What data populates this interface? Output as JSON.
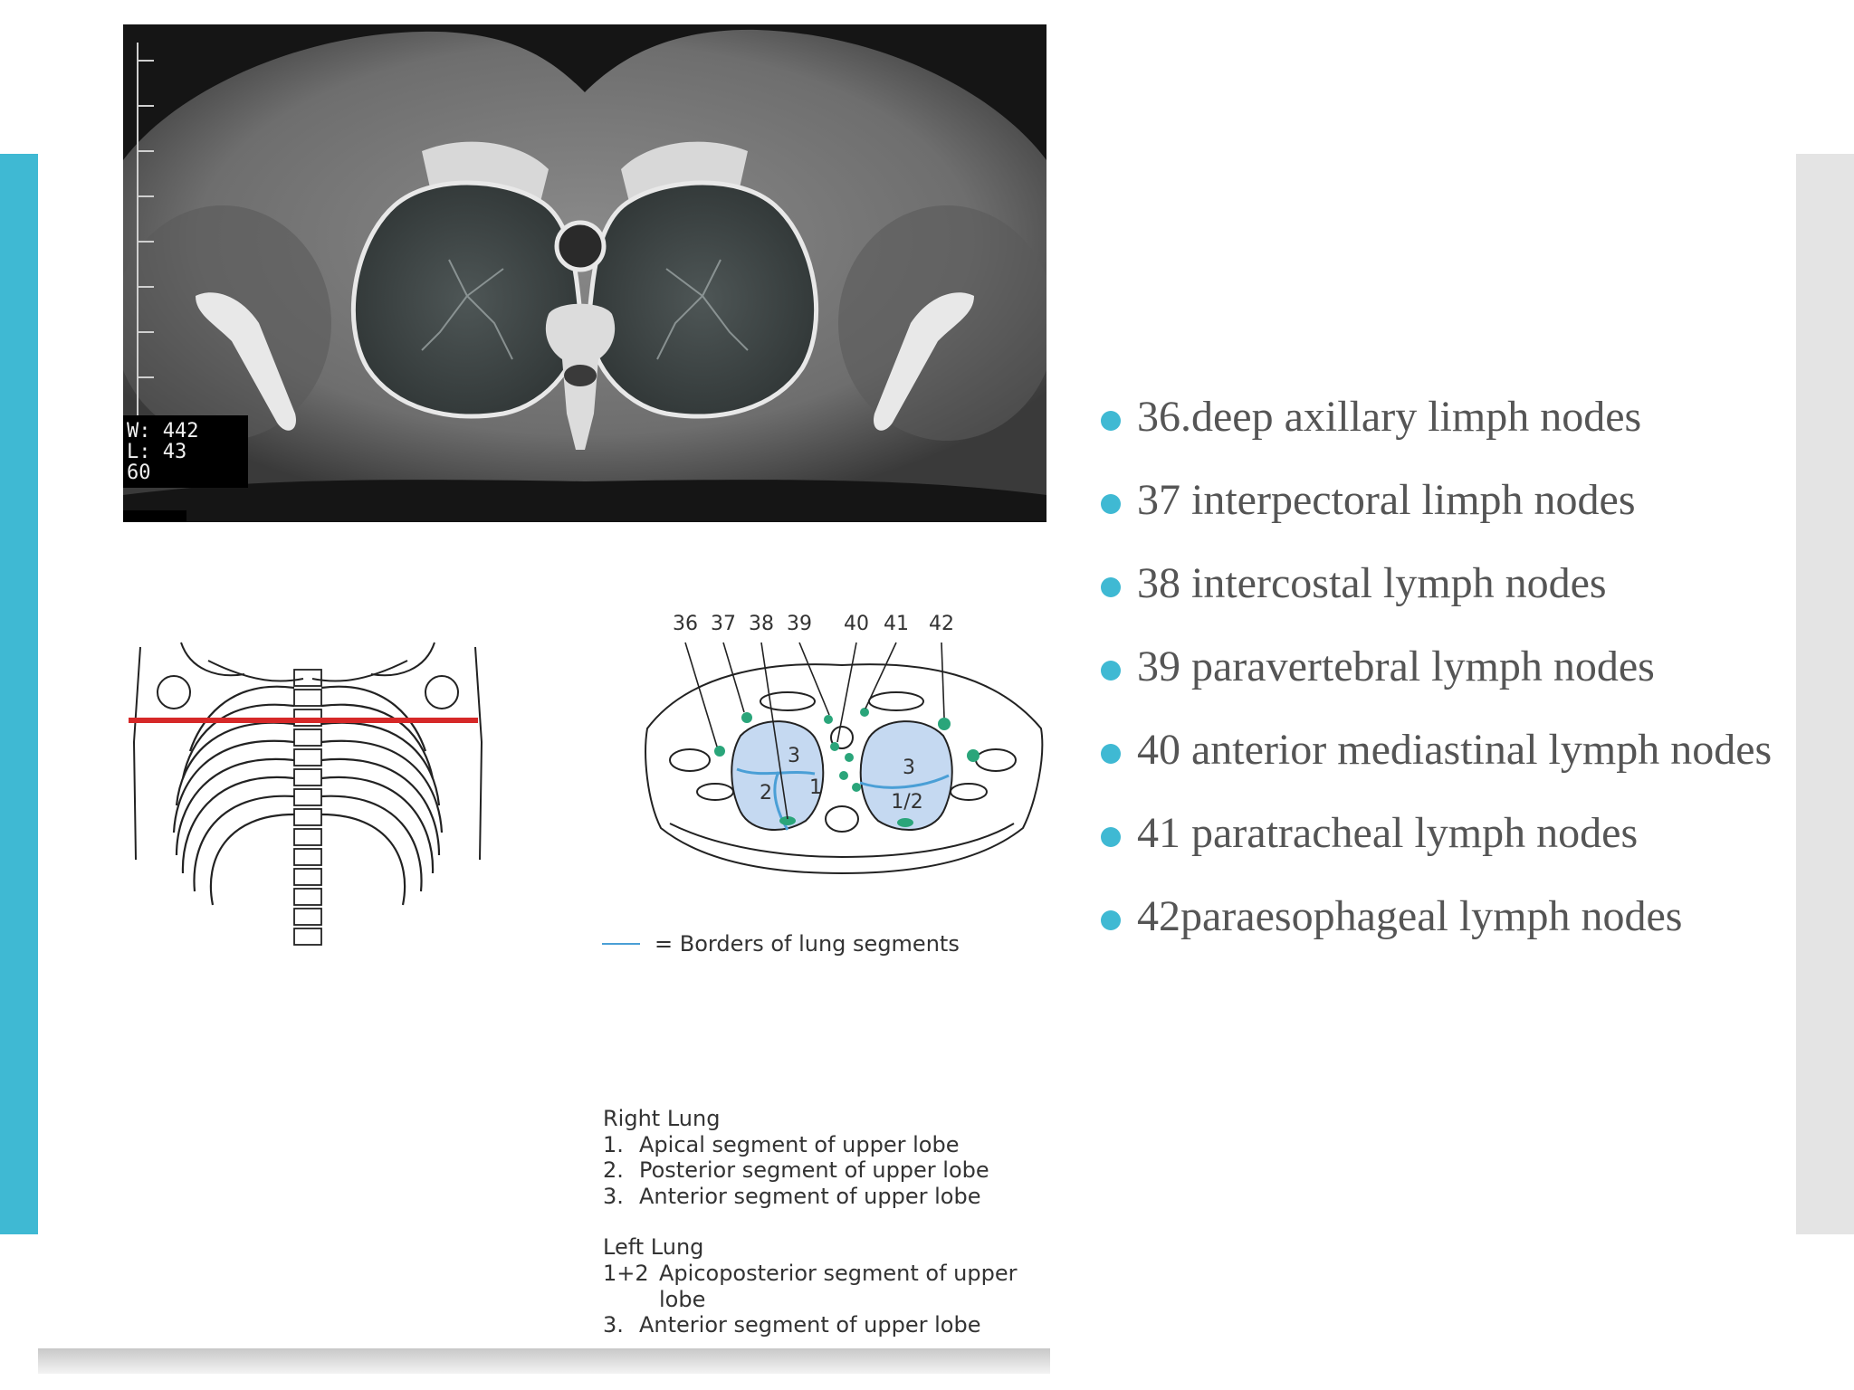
{
  "colors": {
    "accent": "#3fb9d3",
    "side_panel": "#e4e4e4",
    "section_line": "#d62828",
    "lung_fill": "#c5d9f1",
    "segment_border": "#4a9fd6",
    "node": "#2aa57a"
  },
  "ct_scan": {
    "window_w": "W: 442",
    "window_l": "L: 43",
    "slice": "60"
  },
  "cross_section": {
    "node_labels": [
      "36",
      "37",
      "38",
      "39",
      "40",
      "41",
      "42"
    ],
    "right_lung_segments": [
      "3",
      "2",
      "1"
    ],
    "left_lung_segments": [
      "3",
      "1/2"
    ]
  },
  "legend": {
    "text": "= Borders of lung segments"
  },
  "segment_notes": {
    "right_heading": "Right Lung",
    "right_items": [
      {
        "num": "1.",
        "text": "Apical segment of upper lobe"
      },
      {
        "num": "2.",
        "text": "Posterior segment of upper lobe"
      },
      {
        "num": "3.",
        "text": "Anterior segment of upper lobe"
      }
    ],
    "left_heading": "Left Lung",
    "left_items": [
      {
        "num": "1+2",
        "text": "Apicoposterior segment of upper lobe"
      },
      {
        "num": "3.",
        "text": "Anterior segment of upper lobe"
      }
    ]
  },
  "lymph_nodes": [
    "36.deep axillary limph nodes",
    "37 interpectoral limph nodes",
    "38 intercostal lymph nodes",
    "39 paravertebral lymph nodes",
    "40 anterior mediastinal lymph nodes",
    "41 paratracheal lymph nodes",
    "42paraesophageal lymph nodes"
  ]
}
